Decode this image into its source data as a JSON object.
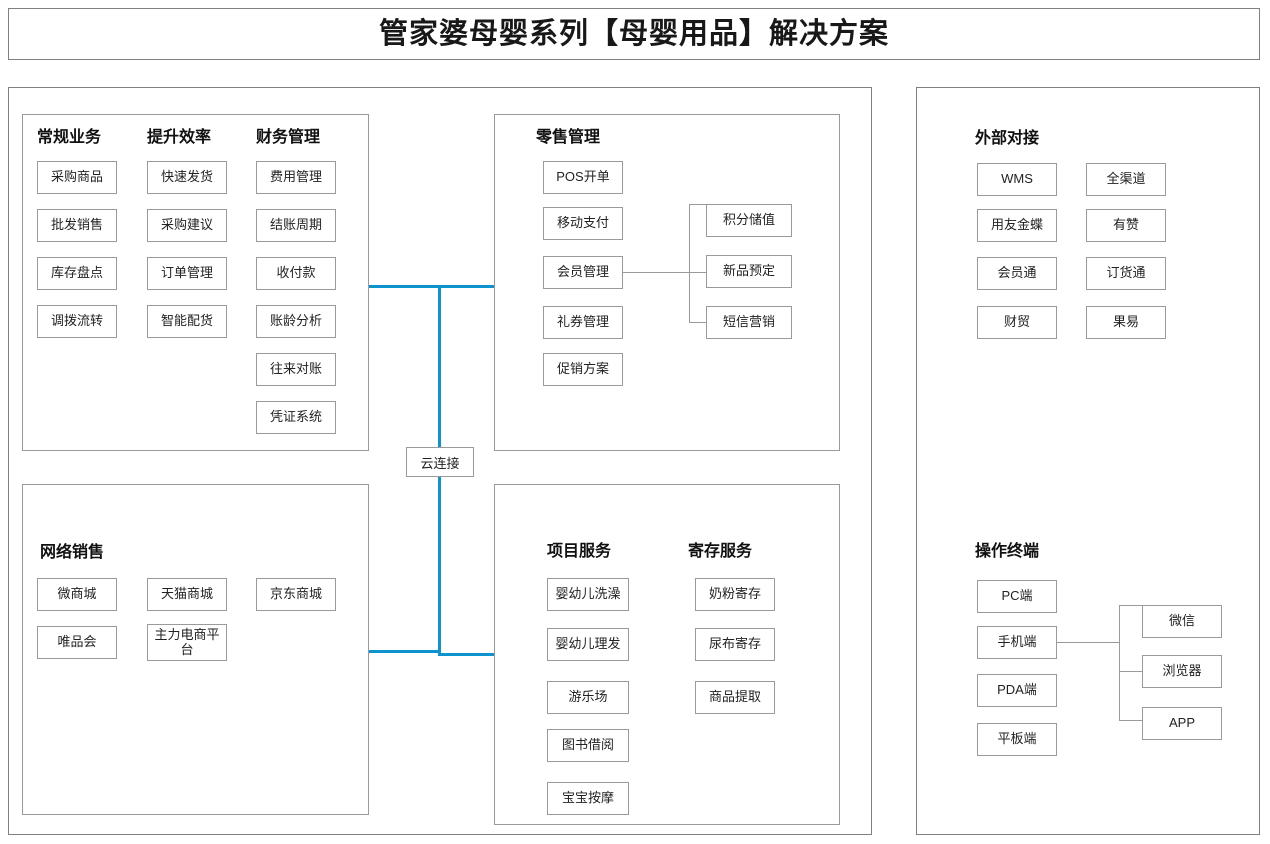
{
  "page": {
    "title": "管家婆母婴系列【母婴用品】解决方案"
  },
  "colors": {
    "cloud_link": "#0d93ce",
    "box_border": "#9a9a9a",
    "panel_border": "#808080",
    "text": "#222222"
  },
  "cloud": {
    "label": "云连接"
  },
  "left_container": {
    "panel_core": {
      "columns": [
        {
          "heading": "常规业务",
          "items": [
            "采购商品",
            "批发销售",
            "库存盘点",
            "调拨流转"
          ]
        },
        {
          "heading": "提升效率",
          "items": [
            "快速发货",
            "采购建议",
            "订单管理",
            "智能配货"
          ]
        },
        {
          "heading": "财务管理",
          "items": [
            "费用管理",
            "结账周期",
            "收付款",
            "账龄分析",
            "往来对账",
            "凭证系统"
          ]
        }
      ]
    },
    "panel_online": {
      "heading": "网络销售",
      "items": [
        "微商城",
        "天猫商城",
        "京东商城",
        "唯品会",
        "主力电商平台"
      ]
    }
  },
  "middle_container": {
    "panel_retail": {
      "heading": "零售管理",
      "items": [
        "POS开单",
        "移动支付",
        "会员管理",
        "礼券管理",
        "促销方案"
      ],
      "member_children": [
        "积分储值",
        "新品预定",
        "短信营销"
      ]
    },
    "panel_service": {
      "columns": [
        {
          "heading": "项目服务",
          "items": [
            "婴幼儿洗澡",
            "婴幼儿理发",
            "游乐场",
            "图书借阅",
            "宝宝按摩"
          ]
        },
        {
          "heading": "寄存服务",
          "items": [
            "奶粉寄存",
            "尿布寄存",
            "商品提取"
          ]
        }
      ]
    }
  },
  "right_container": {
    "external": {
      "heading": "外部对接",
      "left_items": [
        "WMS",
        "用友金蝶",
        "会员通",
        "财贸"
      ],
      "right_items": [
        "全渠道",
        "有赞",
        "订货通",
        "果易"
      ]
    },
    "terminal": {
      "heading": "操作终端",
      "items": [
        "PC端",
        "手机端",
        "PDA端",
        "平板端"
      ],
      "mobile_children": [
        "微信",
        "浏览器",
        "APP"
      ]
    }
  }
}
